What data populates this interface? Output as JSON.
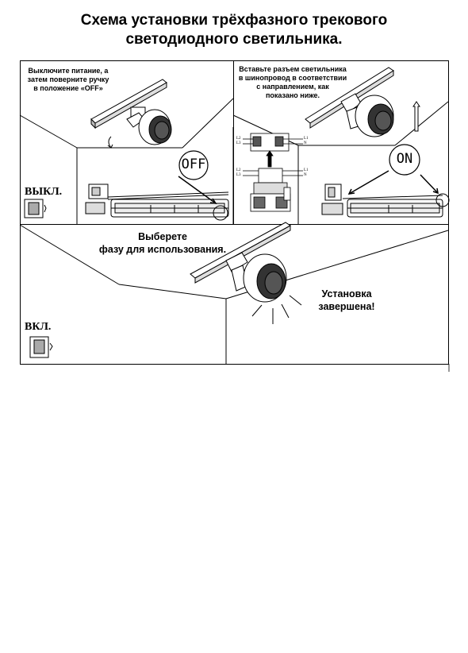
{
  "title": {
    "line1": "Схема установки трёхфазного трекового",
    "line2": "светодиодного светильника."
  },
  "step1": {
    "line1": "Выключите питание, а",
    "line2": "затем поверните ручку",
    "line3": "в положение «OFF»",
    "switch_label": "ВЫКЛ.",
    "bubble": "OFF"
  },
  "step2": {
    "line1": "Вставьте разъем светильника",
    "line2": "в шинопровод в соответствии",
    "line3": "с направлением, как",
    "line4": "показано ниже.",
    "bubble": "ON",
    "wiring": {
      "left_top": "L2",
      "left_bottom": "L3",
      "right_top": "L1",
      "right_bottom": "N",
      "left_top_b": "L2",
      "left_bottom_b": "L3",
      "right_top_b": "L1",
      "right_bottom_b": "N"
    }
  },
  "step3": {
    "line1": "Выберете",
    "line2": "фазу для использования.",
    "switch_label": "ВКЛ."
  },
  "step4": {
    "line1": "Установка",
    "line2": "завершена!"
  }
}
